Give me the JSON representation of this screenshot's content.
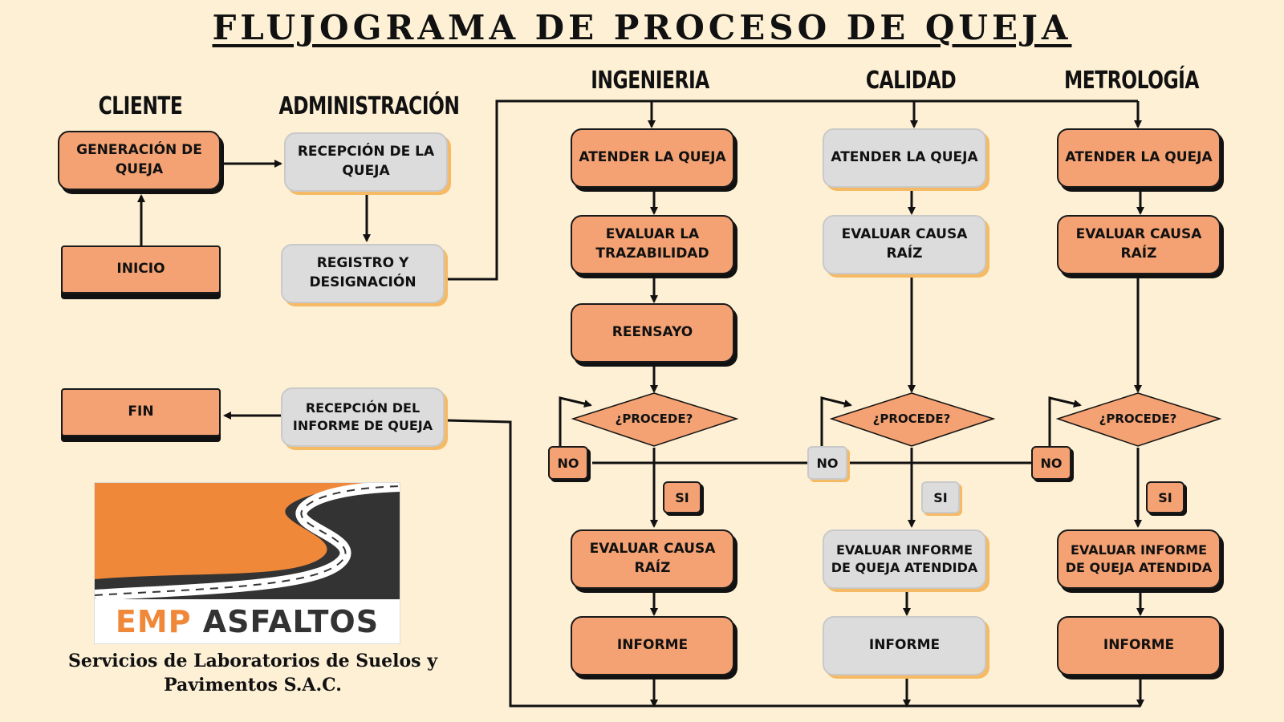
{
  "title": "FLUJOGRAMA DE PROCESO DE QUEJA",
  "lanes": {
    "cliente": "CLIENTE",
    "administracion": "ADMINISTRACIÓN",
    "ingenieria": "INGENIERIA",
    "calidad": "CALIDAD",
    "metrologia": "METROLOGÍA"
  },
  "nodes": {
    "generacion": "GENERACIÓN DE QUEJA",
    "inicio": "INICIO",
    "fin": "FIN",
    "recepcion_queja": "RECEPCIÓN DE LA QUEJA",
    "registro": "REGISTRO Y DESIGNACIÓN",
    "recepcion_informe": "RECEPCIÓN DEL INFORME DE QUEJA",
    "ing_atender": "ATENDER LA QUEJA",
    "ing_trazabilidad": "EVALUAR LA TRAZABILIDAD",
    "ing_reensayo": "REENSAYO",
    "ing_procede": "¿PROCEDE?",
    "ing_no": "NO",
    "ing_si": "SI",
    "ing_causa": "EVALUAR CAUSA RAÍZ",
    "ing_informe": "INFORME",
    "cal_atender": "ATENDER LA QUEJA",
    "cal_causa": "EVALUAR CAUSA RAÍZ",
    "cal_procede": "¿PROCEDE?",
    "cal_no": "NO",
    "cal_si": "SI",
    "cal_evaluar_informe": "EVALUAR INFORME DE QUEJA ATENDIDA",
    "cal_informe": "INFORME",
    "met_atender": "ATENDER LA QUEJA",
    "met_causa": "EVALUAR CAUSA RAÍZ",
    "met_procede": "¿PROCEDE?",
    "met_no": "NO",
    "met_si": "SI",
    "met_evaluar_informe": "EVALUAR INFORME DE QUEJA ATENDIDA",
    "met_informe": "INFORME"
  },
  "logo": {
    "brand_part1": "EMP",
    "brand_part2": "ASFALTOS",
    "caption": "Servicios de Laboratorios de Suelos y Pavimentos S.A.C."
  },
  "colors": {
    "background": "#fdf0d5",
    "orange_box": "#f4a273",
    "gray_box": "#dcdcdc",
    "shadow_yellow": "#f6b964",
    "logo_orange": "#f0883a",
    "logo_dark": "#333333"
  }
}
